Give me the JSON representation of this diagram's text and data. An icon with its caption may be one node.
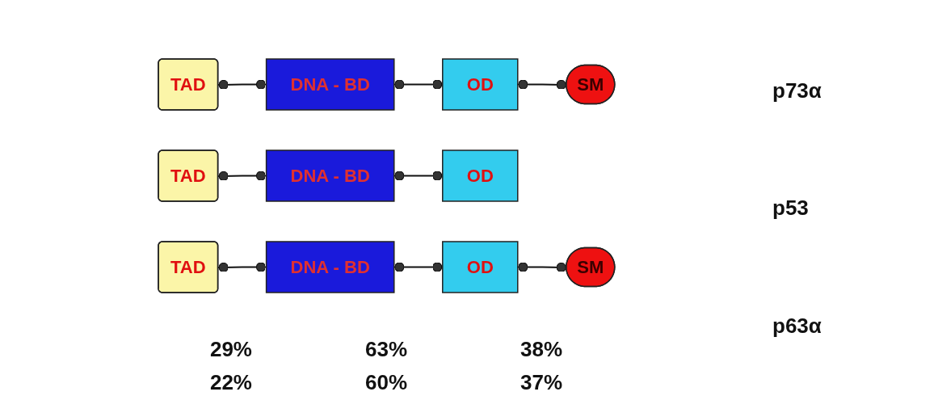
{
  "diagram": {
    "nodes": [
      {
        "text": [
          "TAD"
        ]
      },
      {
        "text": [
          "DNA - BD"
        ]
      },
      {
        "text": [
          "OD"
        ]
      },
      {
        "text": [
          "SM"
        ]
      },
      {
        "text": [
          "TAD"
        ]
      },
      {
        "text": [
          "DNA - BD"
        ]
      },
      {
        "text": [
          "OD"
        ]
      },
      {
        "text": [
          "TAD"
        ]
      },
      {
        "text": [
          "DNA - BD"
        ]
      },
      {
        "text": [
          "OD"
        ]
      },
      {
        "text": [
          "SM"
        ]
      }
    ],
    "edges": [
      {
        "from": 0,
        "to": 1,
        "arrow": "other"
      },
      {
        "from": 1,
        "to": 2,
        "arrow": "other"
      },
      {
        "from": 2,
        "to": 3,
        "arrow": "other"
      },
      {
        "from": 4,
        "to": 5,
        "arrow": "other"
      },
      {
        "from": 5,
        "to": 6,
        "arrow": "other"
      },
      {
        "from": 7,
        "to": 8,
        "arrow": "other"
      },
      {
        "from": 8,
        "to": 9,
        "arrow": "other"
      },
      {
        "from": 9,
        "to": 10,
        "arrow": "other"
      }
    ],
    "labels": [
      "p73α",
      "29%",
      "63%",
      "38%",
      "p53",
      "22%",
      "60%",
      "37%",
      "p63α"
    ]
  }
}
